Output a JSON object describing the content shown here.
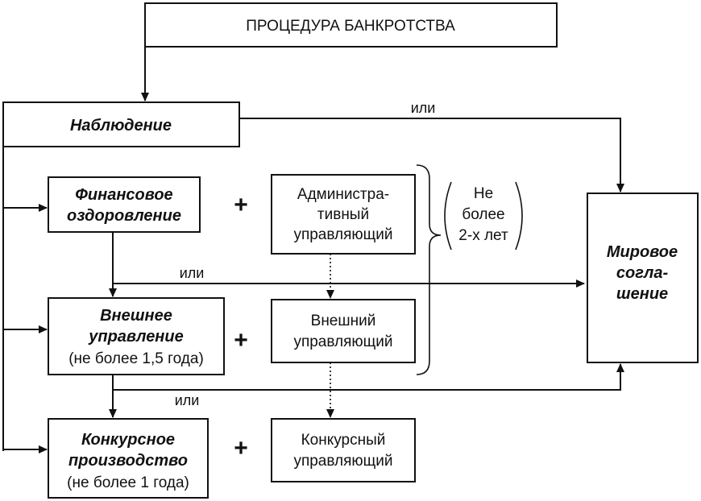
{
  "title": "ПРОЦЕДУРА БАНКРОТСТВА",
  "stages": {
    "observation": "Наблюдение",
    "financial_recovery": [
      "Финансовое",
      "оздоровление"
    ],
    "external_management": [
      "Внешнее",
      "управление",
      "(не более 1,5 года)"
    ],
    "bankruptcy_proceedings": [
      "Конкурсное",
      "производство",
      "(не более 1 года)"
    ]
  },
  "managers": {
    "administrative": [
      "Администра-",
      "тивный",
      "управляющий"
    ],
    "external": [
      "Внешний",
      "управляющий"
    ],
    "competitive": [
      "Конкурсный",
      "управляющий"
    ]
  },
  "plus_sign": "+",
  "or_label": "или",
  "duration_note": [
    "Не",
    "более",
    "2-х лет"
  ],
  "settlement": [
    "Мировое",
    "согла-",
    "шение"
  ]
}
